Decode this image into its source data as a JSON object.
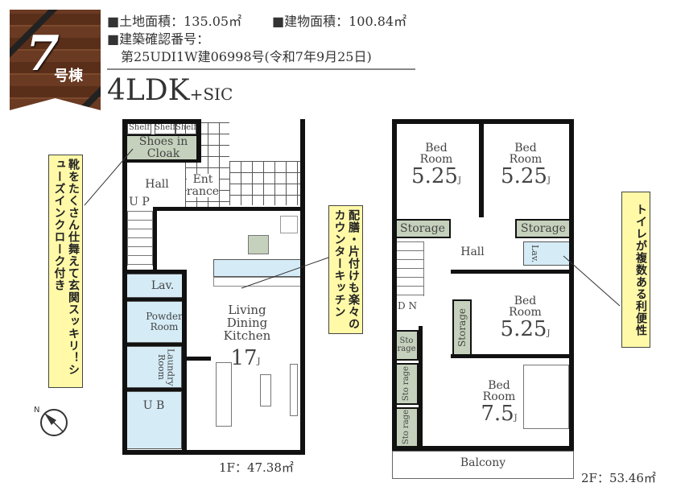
{
  "badge": {
    "number": "7",
    "suffix": "号棟"
  },
  "header": {
    "land_area": "■土地面積：135.05㎡",
    "building_area": "■建物面積：100.84㎡",
    "permit_label": "■建築確認番号：",
    "permit_number": "第25UDI1W建06998号(令和7年9月25日)",
    "layout_main": "4LDK",
    "layout_suffix": "+SIC"
  },
  "floor1": {
    "area_label": "1F：47.38㎡",
    "shelf": "Shelf",
    "shoes_cloak": "Shoes in Cloak",
    "hall": "Hall",
    "up": "U P",
    "entrance": "Ent rance",
    "lav": "Lav.",
    "powder": "Powder Room",
    "laundry": "Laundry Room",
    "ub": "U B",
    "ldk": "Living Dining Kitchen",
    "ldk_size": "17",
    "unit": "J"
  },
  "floor2": {
    "area_label": "2F：53.46㎡",
    "bed": "Bed Room",
    "bed1_size": "5.25",
    "bed2_size": "5.25",
    "bed3_size": "5.25",
    "bed4_size": "7.5",
    "unit": "J",
    "storage": "Storage",
    "storage_small": "Sto rage",
    "hall": "Hall",
    "lav": "Lav.",
    "dn": "D N",
    "balcony": "Balcony"
  },
  "callouts": {
    "shoes": "靴をたくさん仕舞えて玄関スッキリ！シューズインクローク付き",
    "kitchen": "配膳・片付けも楽々のカウンターキッチン",
    "toilet": "トイレが複数ある利便性"
  },
  "colors": {
    "storage_green": "#c5d1bc",
    "wet_blue": "#d5ecf7",
    "callout_yellow": "#fff9a8",
    "badge_wood": "#6b3a22"
  }
}
